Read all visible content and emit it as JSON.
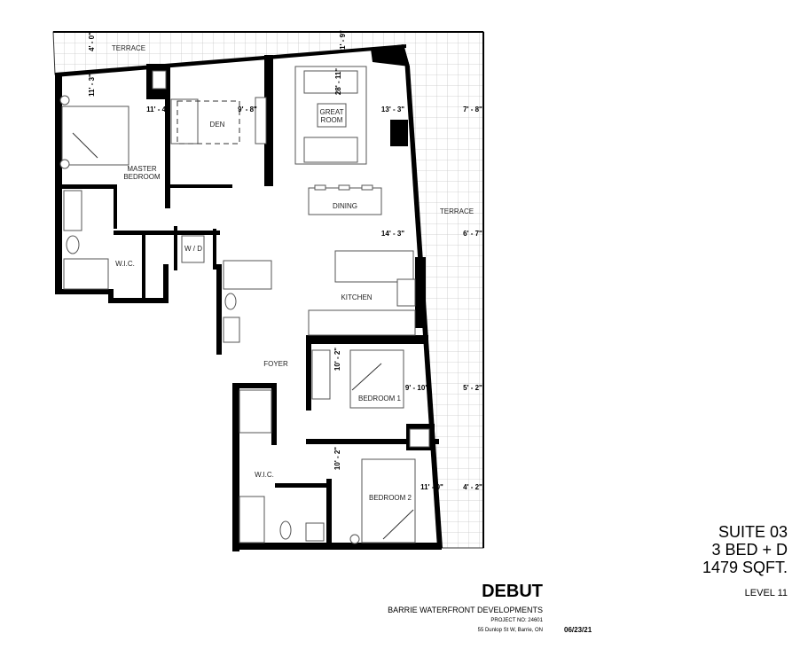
{
  "project": {
    "title": "DEBUT",
    "developer": "BARRIE WATERFRONT DEVELOPMENTS",
    "project_no": "PROJECT NO: 24601",
    "address": "55 Dunlop St W, Barrie, ON",
    "date": "06/23/21"
  },
  "suite": {
    "name": "SUITE 03",
    "type": "3 BED + D",
    "area": "1479 SQFT.",
    "level": "LEVEL 11"
  },
  "rooms": {
    "terrace_top": "TERRACE",
    "terrace_right": "TERRACE",
    "master_1": "MASTER",
    "master_2": "BEDROOM",
    "den": "DEN",
    "great_1": "GREAT",
    "great_2": "ROOM",
    "dining": "DINING",
    "kitchen": "KITCHEN",
    "wic_master": "W.I.C.",
    "wd": "W / D",
    "foyer": "FOYER",
    "bedroom1": "BEDROOM 1",
    "wic_bed2": "W.I.C.",
    "bedroom2": "BEDROOM 2"
  },
  "dimensions": {
    "terrace_top_depth": "4' - 0\"",
    "terrace_top_depth_right": "1' - 9\"",
    "master_width": "11' - 3\"",
    "master_length": "11' - 4\"",
    "den": "9' - 8\"",
    "great_room_length": "28' - 11\"",
    "great_room_width": "13' - 3\"",
    "terrace_1": "7' - 8\"",
    "dining_width": "14' - 3\"",
    "terrace_2": "6' - 7\"",
    "bedroom1_depth": "10' - 2\"",
    "bedroom1_width": "9' - 10\"",
    "terrace_3": "5' - 2\"",
    "bedroom2_depth": "10' - 2\"",
    "bedroom2_width": "11' - 0\"",
    "terrace_4": "4' - 2\""
  },
  "colors": {
    "wall": "#000000",
    "grid": "#c8c8c8"
  }
}
